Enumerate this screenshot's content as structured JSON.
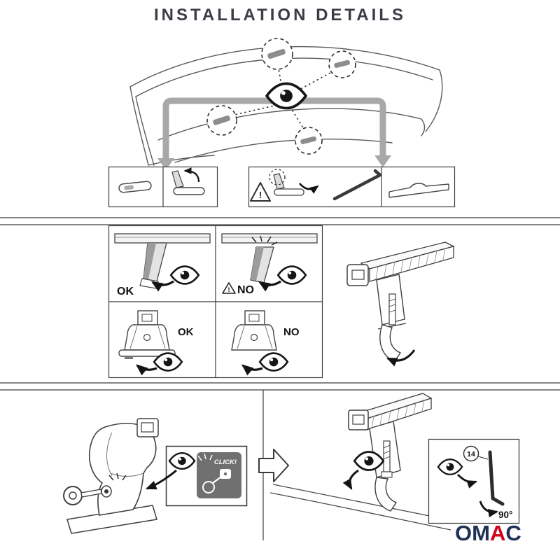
{
  "title": "INSTALLATION DETAILS",
  "colors": {
    "ink": "#3c3c46",
    "line": "#3f3f3f",
    "locator_gray": "#a8a8a8",
    "accent_red": "#d40019",
    "navy": "#203157"
  },
  "icons": {
    "eye": "eye-icon",
    "warning": "warning-triangle-icon",
    "curved_arrow": "curved-arrow-icon",
    "next_step": "block-arrow-right-icon",
    "click_burst": "click-burst-icon",
    "allen_key": "allen-key-icon"
  },
  "fit_grid": {
    "top_ok_label": "OK",
    "top_no_label": "NO",
    "warning_mark": "!",
    "bottom_ok_label": "OK",
    "bottom_no_label": "NO"
  },
  "prep_panel": {
    "warning_mark": "!"
  },
  "lock_step": {
    "click_label": "CLICK!"
  },
  "torque_panel": {
    "key_size": "14",
    "angle_label": "90°"
  },
  "logo": {
    "om": "OM",
    "a": "A",
    "c": "C"
  }
}
